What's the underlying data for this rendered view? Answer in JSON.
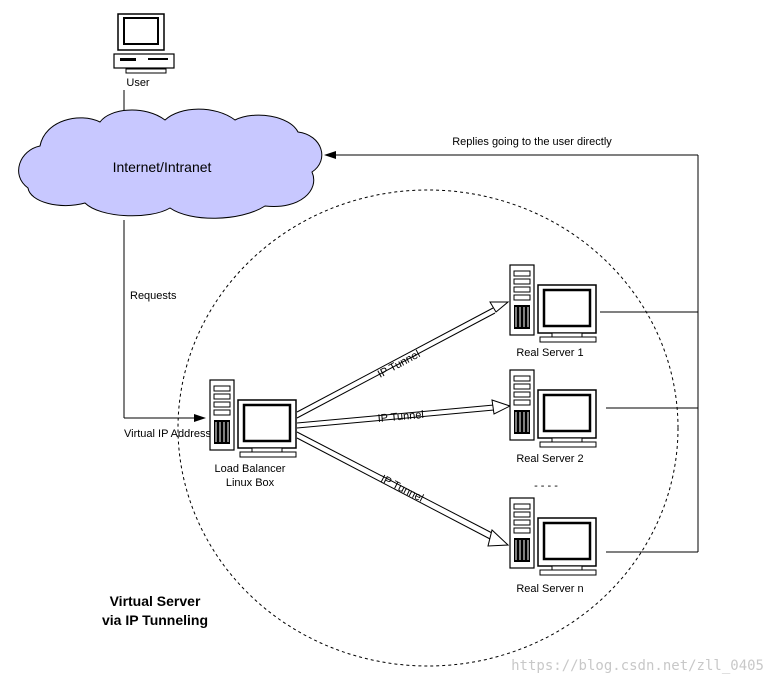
{
  "user_label": "User",
  "cloud_label": "Internet/Intranet",
  "replies_label": "Replies going to the user directly",
  "requests_label": "Requests",
  "vip_label": "Virtual IP Address",
  "lb_label_line1": "Load Balancer",
  "lb_label_line2": "Linux Box",
  "tunnel_labels": [
    "IP Tunnel",
    "IP Tunnel",
    "IP Tunnel"
  ],
  "servers": [
    "Real Server 1",
    "Real Server 2",
    "Real Server n"
  ],
  "dots_label": "- - - -",
  "title_line1": "Virtual Server",
  "title_line2": "via IP Tunneling",
  "watermark": "https://blog.csdn.net/zll_0405",
  "colors": {
    "cloud": "#c8c8ff",
    "line": "#000000",
    "screen": "#ffffff"
  }
}
